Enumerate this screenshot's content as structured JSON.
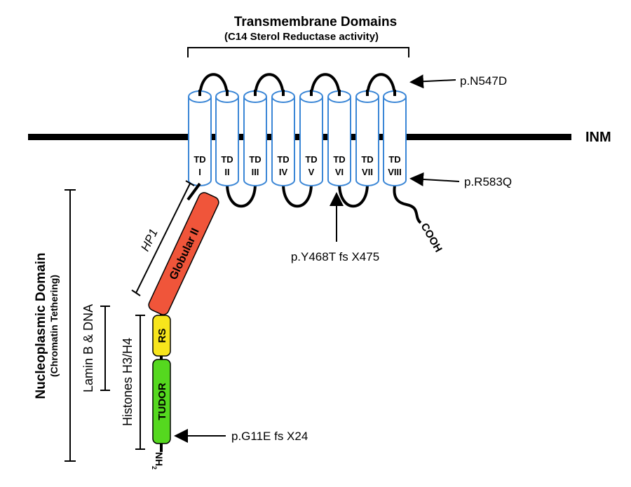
{
  "title": "Transmembrane Domains",
  "subtitle": "(C14 Sterol Reductase activity)",
  "membrane_label": "INM",
  "td_prefix": "TD",
  "td_numerals": [
    "I",
    "II",
    "III",
    "IV",
    "V",
    "VI",
    "VII",
    "VIII"
  ],
  "cooh": "COOH",
  "nh2": "NH",
  "nh2_sub": "2",
  "domains": {
    "globular": "Globular II",
    "rs": "RS",
    "tudor": "TUDOR"
  },
  "brackets": {
    "hp1": "HP1",
    "lamin": "Lamin B & DNA",
    "histones": "Histones H3/H4",
    "nucleo_title": "Nucleoplasmic Domain",
    "nucleo_sub": "(Chromatin Tethering)"
  },
  "mutations": [
    "p.N547D",
    "p.R583Q",
    "p.Y468T fs X475",
    "p.G11E fs X24"
  ],
  "colors": {
    "cylinder": "#3a86d6",
    "globular": "#f0553a",
    "rs": "#f7e51c",
    "tudor": "#55d81f"
  }
}
